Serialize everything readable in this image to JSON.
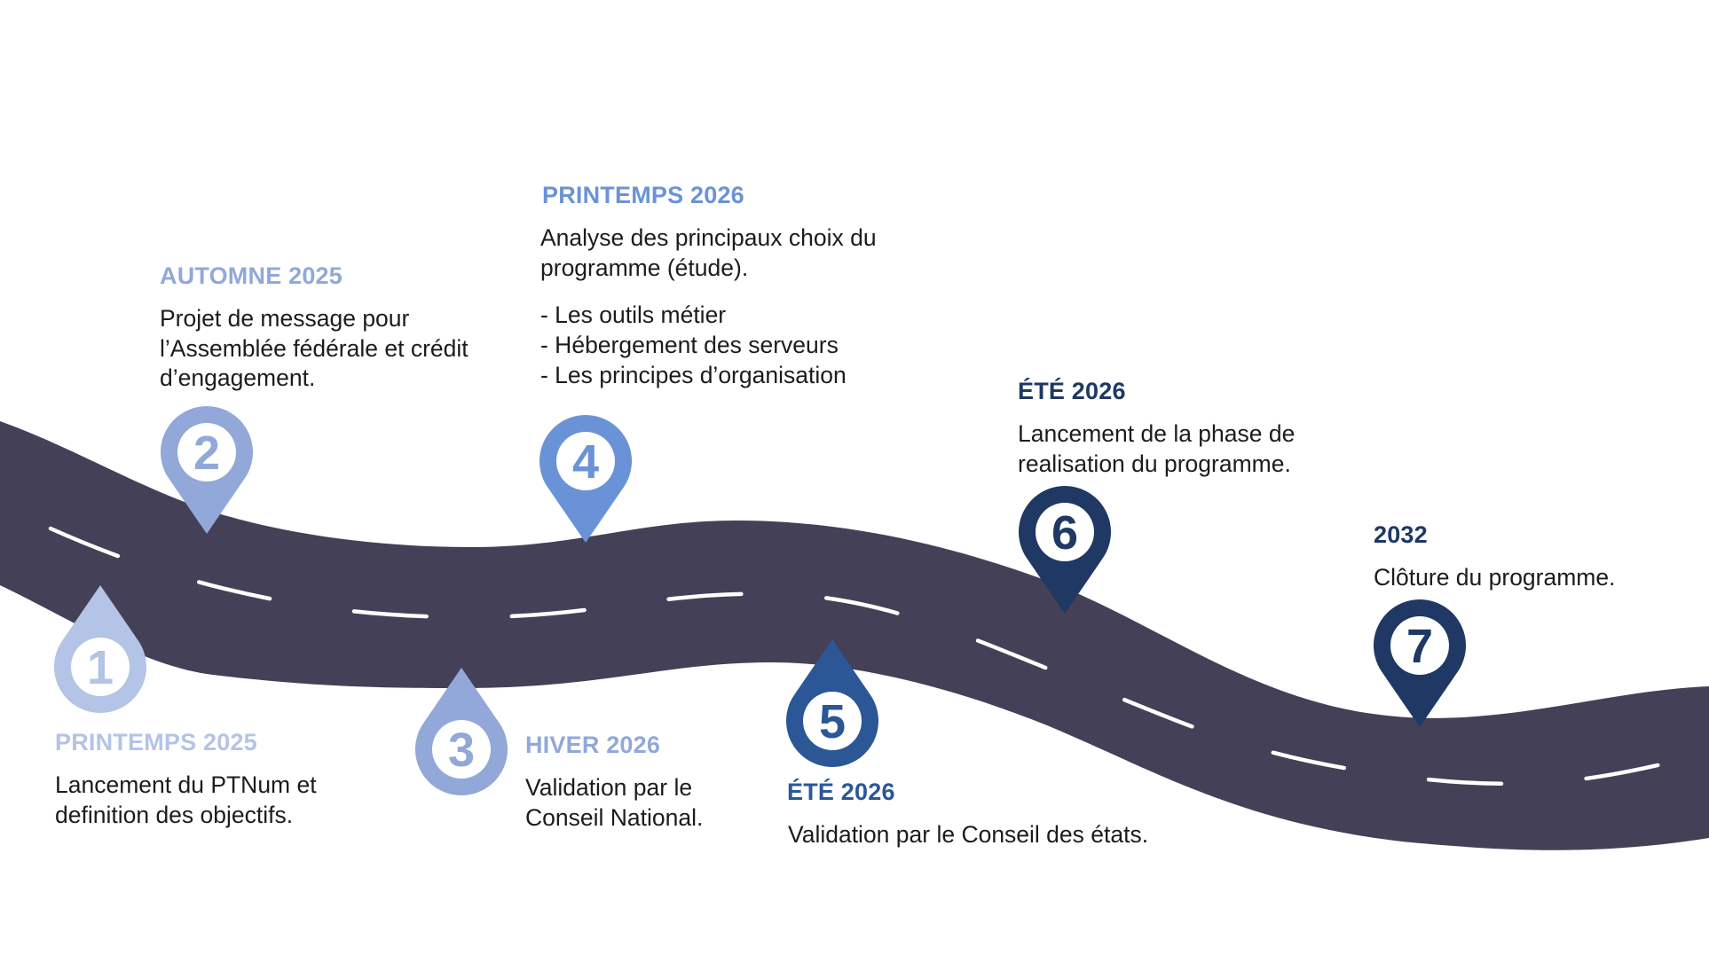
{
  "colors": {
    "road": "#434057",
    "lane_marking": "#ffffff",
    "background": "#ffffff"
  },
  "milestones": [
    {
      "number": "1",
      "title": "PRINTEMPS 2025",
      "description": "Lancement du PTNum et\ndefinition des objectifs.",
      "color": "#b3c4e6",
      "pin_direction": "up",
      "icon": "map-pin-icon"
    },
    {
      "number": "2",
      "title": "AUTOMNE 2025",
      "description": "Projet de message pour\nl’Assemblée fédérale et crédit\nd’engagement.",
      "color": "#91a8d9",
      "pin_direction": "down",
      "icon": "map-pin-icon"
    },
    {
      "number": "3",
      "title": "HIVER 2026",
      "description": "Validation par le\nConseil National.",
      "color": "#91a8d9",
      "pin_direction": "up",
      "icon": "map-pin-icon"
    },
    {
      "number": "4",
      "title": "PRINTEMPS 2026",
      "description": "Analyse des principaux choix du\nprogramme (étude).",
      "bullets": [
        "- Les outils métier",
        "- Hébergement des serveurs",
        "- Les principes d’organisation"
      ],
      "color": "#6a93d7",
      "pin_direction": "down",
      "icon": "map-pin-icon"
    },
    {
      "number": "5",
      "title": "ÉTÉ 2026",
      "description": "Validation par le Conseil des états.",
      "color": "#2b5797",
      "pin_direction": "up",
      "icon": "map-pin-icon"
    },
    {
      "number": "6",
      "title": "ÉTÉ 2026",
      "description": "Lancement de la phase de\nrealisation du programme.",
      "color": "#1f3864",
      "pin_direction": "down",
      "icon": "map-pin-icon"
    },
    {
      "number": "7",
      "title": "2032",
      "description": "Clôture du programme.",
      "color": "#1f3864",
      "pin_direction": "down",
      "icon": "map-pin-icon"
    }
  ]
}
